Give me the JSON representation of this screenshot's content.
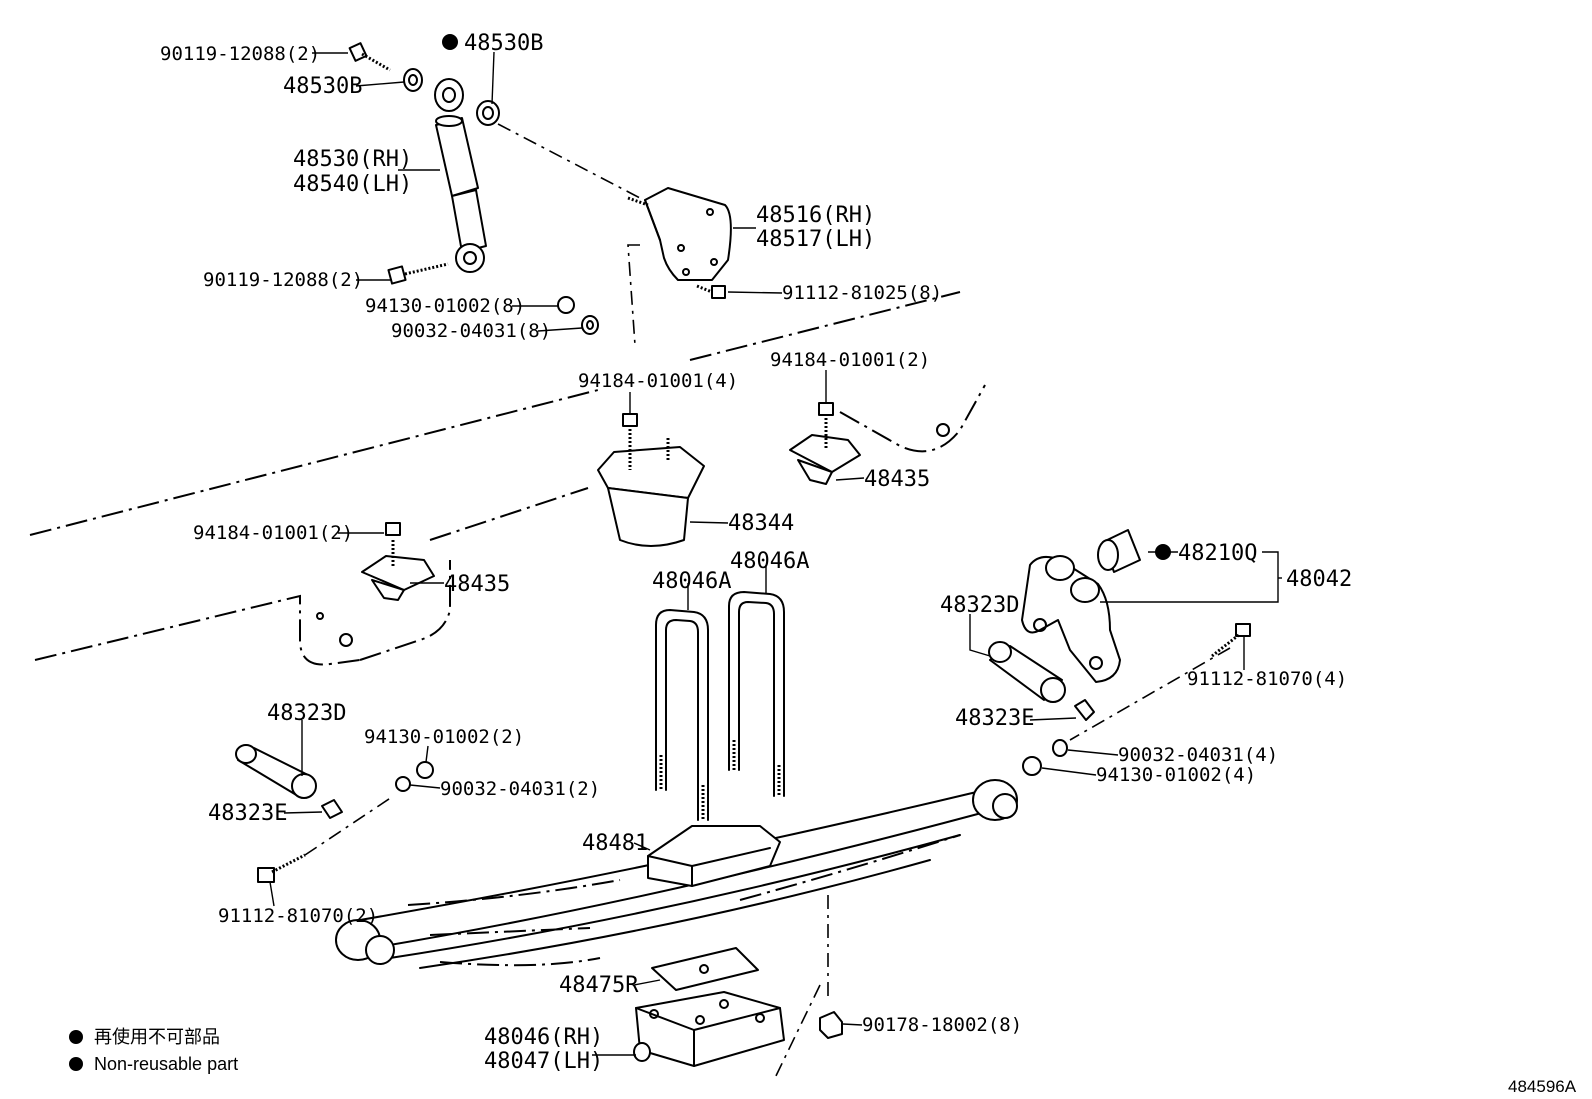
{
  "figure_id": "484596A",
  "legend": {
    "line_jp": "再使用不可部品",
    "line_en": "Non-reusable part"
  },
  "labels": {
    "bolt_upper": "90119-12088(2)",
    "bushing_upper_open": "48530B",
    "bushing_upper_dot": "48530B",
    "shock_rh": "48530(RH)",
    "shock_lh": "48540(LH)",
    "bolt_lower": "90119-12088(2)",
    "nut_upper": "94130-01002(8)",
    "washer_upper": "90032-04031(8)",
    "bracket_rh": "48516(RH)",
    "bracket_lh": "48517(LH)",
    "bracket_bolt": "91112-81025(8)",
    "nut_bumper_center": "94184-01001(4)",
    "nut_bumper_right": "94184-01001(2)",
    "bumper_right": "48435",
    "bumper_center": "48344",
    "nut_bumper_left": "94184-01001(2)",
    "bumper_left": "48435",
    "ubolt_a": "48046A",
    "ubolt_b": "48046A",
    "shackle_bush": "48210Q",
    "shackle": "48042",
    "pin_right": "48323D",
    "bolt_right": "91112-81070(4)",
    "grease_right": "48323E",
    "washer_right": "90032-04031(4)",
    "nut_right": "94130-01002(4)",
    "pin_left": "48323D",
    "nut_left": "94130-01002(2)",
    "washer_left": "90032-04031(2)",
    "grease_left": "48323E",
    "spring_seat": "48481",
    "bolt_left": "91112-81070(2)",
    "insulator": "48475R",
    "plate_rh": "48046(RH)",
    "plate_lh": "48047(LH)",
    "ubolt_nut": "90178-18002(8)"
  }
}
